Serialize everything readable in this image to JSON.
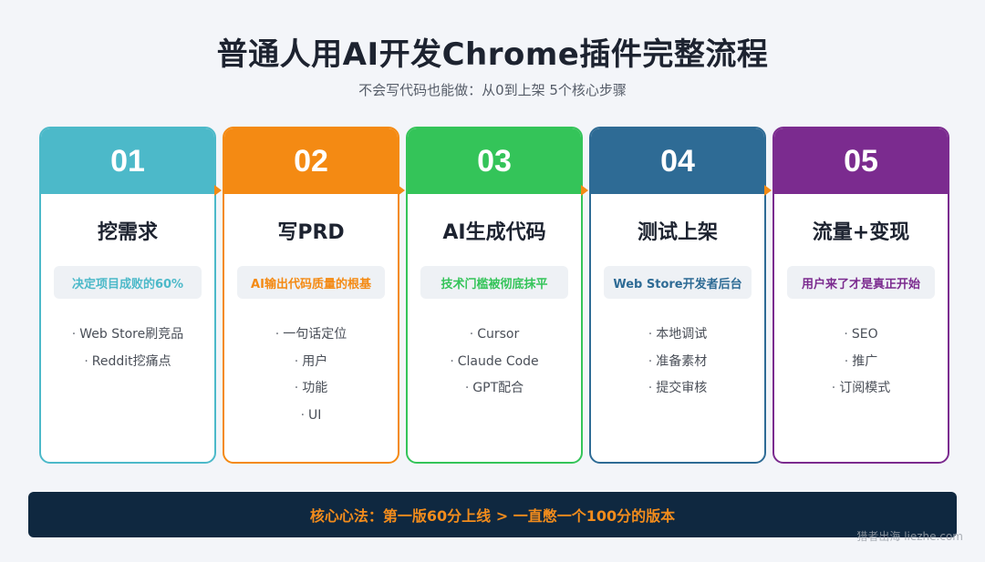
{
  "header": {
    "title": "普通人用AI开发Chrome插件完整流程",
    "subtitle": "不会写代码也能做：从0到上架 5个核心步骤"
  },
  "steps": [
    {
      "number": "01",
      "title": "挖需求",
      "tag": "决定项目成败的60%",
      "color": "#4cb9c9",
      "items": [
        "Web Store刷竞品",
        "Reddit挖痛点"
      ]
    },
    {
      "number": "02",
      "title": "写PRD",
      "tag": "AI输出代码质量的根基",
      "color": "#f48a13",
      "items": [
        "一句话定位",
        "用户",
        "功能",
        "UI"
      ]
    },
    {
      "number": "03",
      "title": "AI生成代码",
      "tag": "技术门槛被彻底抹平",
      "color": "#34c459",
      "items": [
        "Cursor",
        "Claude Code",
        "GPT配合"
      ]
    },
    {
      "number": "04",
      "title": "测试上架",
      "tag": "Web Store开发者后台",
      "color": "#2e6b95",
      "items": [
        "本地调试",
        "准备素材",
        "提交审核"
      ]
    },
    {
      "number": "05",
      "title": "流量+变现",
      "tag": "用户来了才是真正开始",
      "color": "#7b2b8f",
      "items": [
        "SEO",
        "推广",
        "订阅模式"
      ]
    }
  ],
  "banner": {
    "text": "核心心法：第一版60分上线 > 一直憋一个100分的版本"
  },
  "watermark": {
    "text": "猎者出海 liezhe.com"
  },
  "colors": {
    "arrow": "#f48a13",
    "background": "#f3f5f9",
    "banner_bg": "#0f2840",
    "banner_text": "#f28c1c"
  },
  "bullet": "·"
}
